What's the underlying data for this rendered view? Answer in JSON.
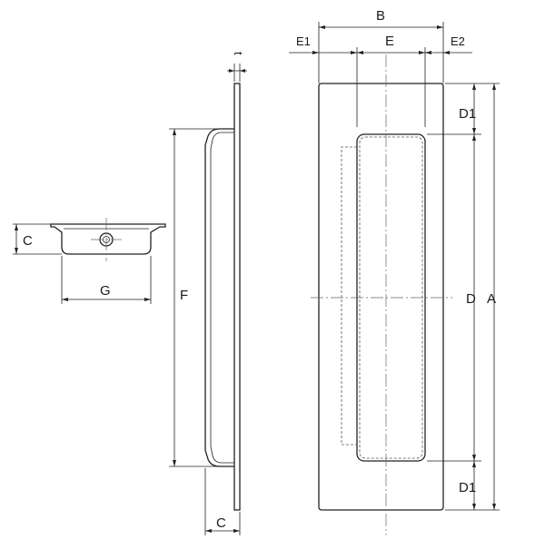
{
  "labels": {
    "A": "A",
    "B": "B",
    "C_side": "C",
    "C_front": "C",
    "D": "D",
    "D1_top": "D1",
    "D1_bottom": "D1",
    "E": "E",
    "E1": "E1",
    "E2": "E2",
    "F": "F",
    "G": "G",
    "t": "t"
  }
}
